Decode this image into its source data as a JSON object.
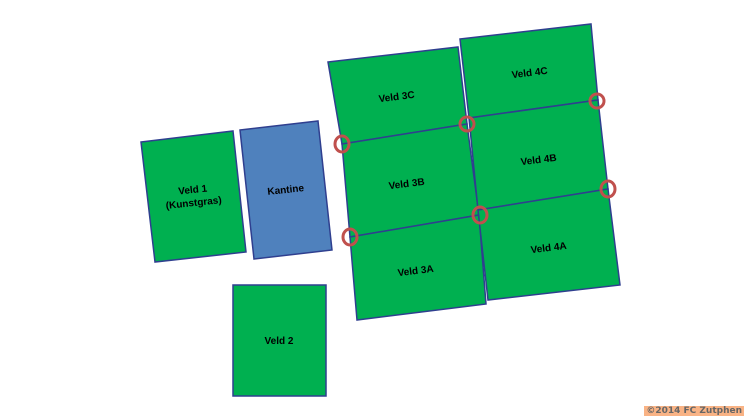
{
  "colors": {
    "field": "#00b050",
    "kantine": "#4f81bd",
    "border": "#2f3f8f",
    "marker": "#c0504d"
  },
  "fields": {
    "veld1_line1": "Veld 1",
    "veld1_line2": "(Kunstgras)",
    "kantine": "Kantine",
    "veld2": "Veld 2",
    "veld3c": "Veld 3C",
    "veld3b": "Veld 3B",
    "veld3a": "Veld 3A",
    "veld4c": "Veld 4C",
    "veld4b": "Veld 4B",
    "veld4a": "Veld 4A"
  },
  "copyright": "©2014 FC Zutphen"
}
